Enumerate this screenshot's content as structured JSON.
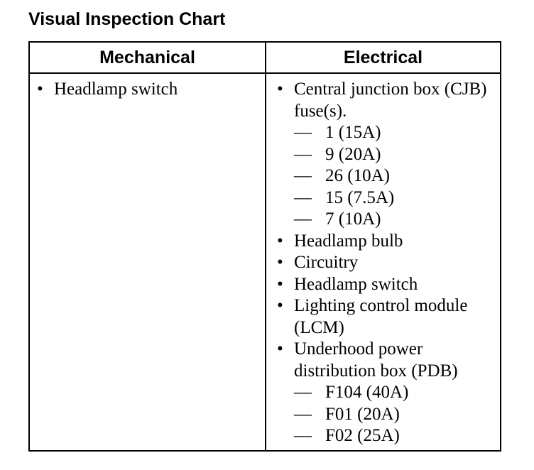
{
  "title": "Visual Inspection Chart",
  "glyphs": {
    "bullet": "•",
    "dash": "—"
  },
  "columns": {
    "mechanical": {
      "header": "Mechanical",
      "items": [
        {
          "text": "Headlamp switch",
          "subitems": []
        }
      ]
    },
    "electrical": {
      "header": "Electrical",
      "items": [
        {
          "text": "Central junction box (CJB) fuse(s).",
          "subitems": [
            "1 (15A)",
            "9 (20A)",
            "26 (10A)",
            "15 (7.5A)",
            "7 (10A)"
          ]
        },
        {
          "text": "Headlamp bulb",
          "subitems": []
        },
        {
          "text": "Circuitry",
          "subitems": []
        },
        {
          "text": "Headlamp switch",
          "subitems": []
        },
        {
          "text": "Lighting control module (LCM)",
          "subitems": []
        },
        {
          "text": "Underhood power distribution box (PDB)",
          "subitems": [
            "F104 (40A)",
            "F01 (20A)",
            "F02 (25A)"
          ]
        }
      ]
    }
  }
}
